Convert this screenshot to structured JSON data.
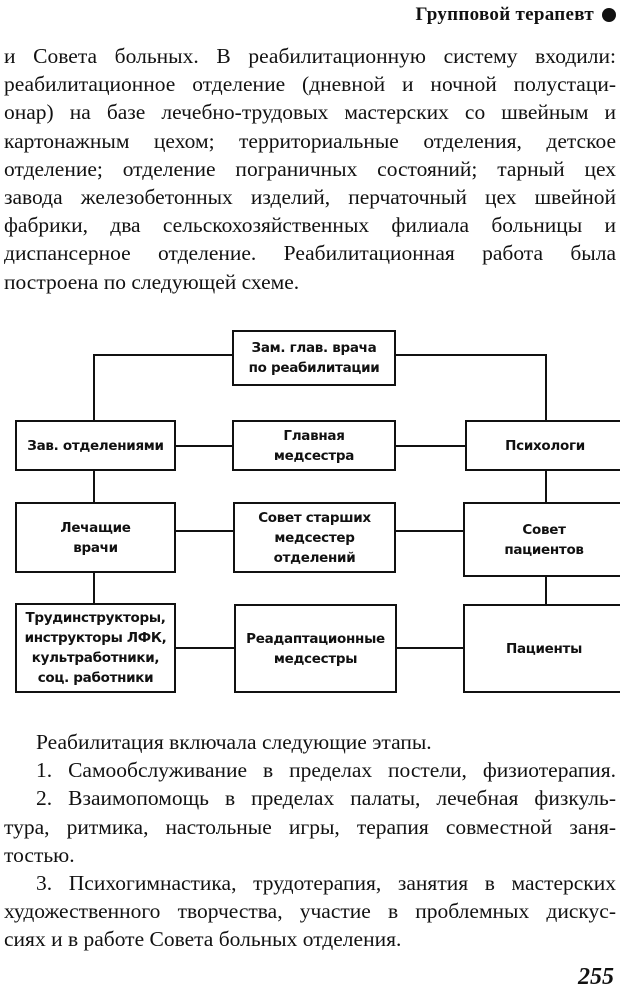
{
  "header": {
    "running_title": "Групповой терапевт",
    "bullet_icon": "filled-circle"
  },
  "intro_paragraph": {
    "lines": [
      "и Совета больных. В реабилитационную систему входили:",
      "реабилитационное отделение (дневной и ночной полустаци-",
      "онар) на базе лечебно-трудовых мастерских со швейным и",
      "картонажным цехом; территориальные отделения, детское",
      "отделение; отделение пограничных состояний; тарный цех",
      "завода железобетонных изделий, перчаточный цех швейной",
      "фабрики, два сельскохозяйственных филиала больницы и",
      "диспансерное отделение. Реабилитационная работа была",
      "построена по следующей схеме."
    ]
  },
  "diagram": {
    "boxes": {
      "top": "Зам. глав. врача\nпо реабилитации",
      "r2_left": "Зав. отделениями",
      "r2_center": "Главная\nмедсестра",
      "r2_right": "Психологи",
      "r3_left": "Лечащие\nврачи",
      "r3_center": "Совет старших\nмедсестер\nотделений",
      "r3_right": "Совет\nпациентов",
      "r4_left": "Трудинструкторы,\nинструкторы ЛФК,\nкультработники,\nсоц. работники",
      "r4_center": "Реадаптационные\nмедсестры",
      "r4_right": "Пациенты"
    }
  },
  "stages": {
    "intro": "Реабилитация включала следующие этапы.",
    "lines": [
      "1.  Самообслуживание в пределах постели, физиотерапия.",
      "2.  Взаимопомощь в пределах палаты, лечебная физкуль-",
      "тура, ритмика, настольные игры, терапия совместной заня-",
      "тостью.",
      "3.  Психогимнастика, трудотерапия, занятия в мастерских",
      "художественного творчества, участие в проблемных дискус-",
      "сиях и в работе Совета больных отделения."
    ]
  },
  "footer": {
    "page_number": "255"
  }
}
